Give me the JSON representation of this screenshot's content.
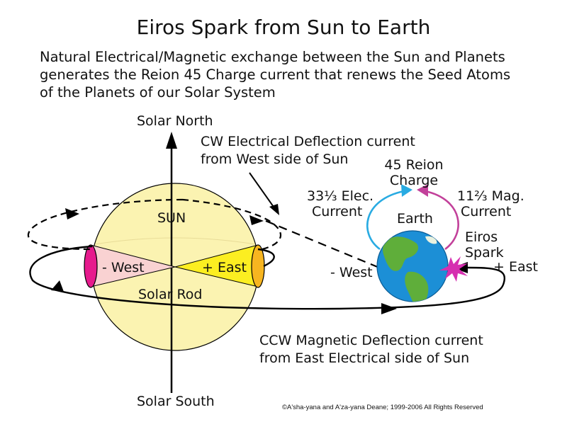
{
  "title": "Eiros Spark from Sun to Earth",
  "subtitle": [
    "Natural Electrical/Magnetic exchange between the Sun and Planets",
    "generates the Reion 45 Charge current that renews the Seed Atoms",
    "of the Planets of our Solar System"
  ],
  "labels": {
    "solar_north": "Solar North",
    "solar_south": "Solar South",
    "cw_line1": "CW Electrical Deflection current",
    "cw_line2": "from West side of Sun",
    "sun": "SUN",
    "sun_west": "- West",
    "sun_east": "+ East",
    "solar_rod": "Solar Rod",
    "reion_line1": "45 Reion",
    "reion_line2": "Charge",
    "elec_line1": "33⅓ Elec.",
    "elec_line2": "Current",
    "mag_line1": "11⅔ Mag.",
    "mag_line2": "Current",
    "earth": "Earth",
    "eiros_line1": "Eiros",
    "eiros_line2": "Spark",
    "earth_west": "- West",
    "earth_east": "+ East",
    "ccw_line1": "CCW Magnetic Deflection current",
    "ccw_line2": "from East Electrical side of Sun"
  },
  "copyright": "©A'sha-yana and A'za-yana Deane; 1999-2006 All Rights Reserved",
  "colors": {
    "sun_fill": "#fbf3b1",
    "west_cone": "#f9d2d2",
    "west_cap": "#e61a8d",
    "east_cone": "#fcee21",
    "east_cap": "#f7b520",
    "electric_current": "#29abe2",
    "magnetic_current": "#c2409a",
    "spark": "#d62fb0",
    "ocean": "#1c8fd6",
    "land": "#5fae3a"
  }
}
